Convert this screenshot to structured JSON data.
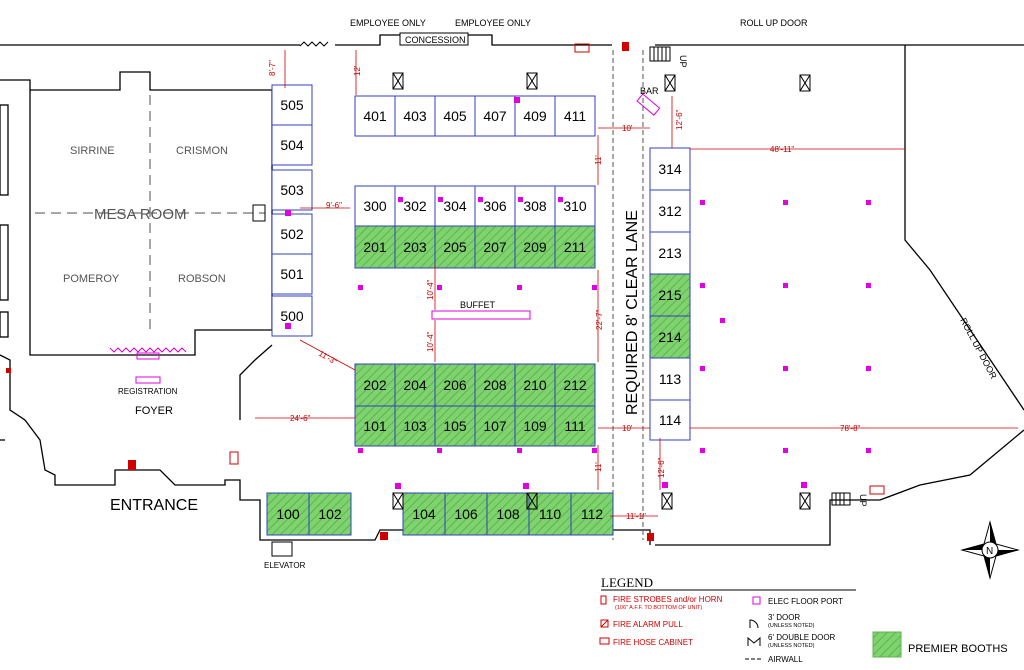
{
  "colors": {
    "premier": "#7ed36e",
    "booth_line": "#3040c0",
    "dim_line": "#d00000",
    "port": "#e000e0",
    "wall": "#000000"
  },
  "labels": {
    "employee_only_1": "EMPLOYEE ONLY",
    "employee_only_2": "EMPLOYEE ONLY",
    "concession": "CONCESSION",
    "roll_up_top": "ROLL UP DOOR",
    "roll_up_right": "ROLL UP DOOR",
    "bar": "BAR",
    "up1": "UP",
    "up2": "UP",
    "buffet": "BUFFET",
    "clear_lane": "REQUIRED 8' CLEAR LANE",
    "mesa_room": "MESA ROOM",
    "sirrine": "SIRRINE",
    "crismon": "CRISMON",
    "pomeroy": "POMEROY",
    "robson": "ROBSON",
    "registration": "REGISTRATION",
    "foyer": "FOYER",
    "entrance": "ENTRANCE",
    "elevator": "ELEVATOR",
    "compass": "N"
  },
  "dimensions": {
    "d1": "8'-7\"",
    "d2": "12'",
    "d3": "9'-6\"",
    "d4": "10'",
    "d5": "11'",
    "d6": "12'-6\"",
    "d7": "48'-11\"",
    "d8": "10'-4\"",
    "d9": "10'-4\"",
    "d10": "22'-7\"",
    "d11": "11'-3\"",
    "d12": "24'-6\"",
    "d13": "10'",
    "d14": "78'-8\"",
    "d15": "11'",
    "d16": "12'-6\"",
    "d17": "11'-1\""
  },
  "booths": [
    {
      "id": "b505",
      "label": "505",
      "premier": false
    },
    {
      "id": "b504",
      "label": "504",
      "premier": false
    },
    {
      "id": "b503",
      "label": "503",
      "premier": false
    },
    {
      "id": "b502",
      "label": "502",
      "premier": false
    },
    {
      "id": "b501",
      "label": "501",
      "premier": false
    },
    {
      "id": "b500",
      "label": "500",
      "premier": false
    },
    {
      "id": "b401",
      "label": "401",
      "premier": false
    },
    {
      "id": "b403",
      "label": "403",
      "premier": false
    },
    {
      "id": "b405",
      "label": "405",
      "premier": false
    },
    {
      "id": "b407",
      "label": "407",
      "premier": false
    },
    {
      "id": "b409",
      "label": "409",
      "premier": false
    },
    {
      "id": "b411",
      "label": "411",
      "premier": false
    },
    {
      "id": "b300",
      "label": "300",
      "premier": false
    },
    {
      "id": "b302",
      "label": "302",
      "premier": false
    },
    {
      "id": "b304",
      "label": "304",
      "premier": false
    },
    {
      "id": "b306",
      "label": "306",
      "premier": false
    },
    {
      "id": "b308",
      "label": "308",
      "premier": false
    },
    {
      "id": "b310",
      "label": "310",
      "premier": false
    },
    {
      "id": "b201",
      "label": "201",
      "premier": true
    },
    {
      "id": "b203",
      "label": "203",
      "premier": true
    },
    {
      "id": "b205",
      "label": "205",
      "premier": true
    },
    {
      "id": "b207",
      "label": "207",
      "premier": true
    },
    {
      "id": "b209",
      "label": "209",
      "premier": true
    },
    {
      "id": "b211",
      "label": "211",
      "premier": true
    },
    {
      "id": "b202",
      "label": "202",
      "premier": true
    },
    {
      "id": "b204",
      "label": "204",
      "premier": true
    },
    {
      "id": "b206",
      "label": "206",
      "premier": true
    },
    {
      "id": "b208",
      "label": "208",
      "premier": true
    },
    {
      "id": "b210",
      "label": "210",
      "premier": true
    },
    {
      "id": "b212",
      "label": "212",
      "premier": true
    },
    {
      "id": "b101",
      "label": "101",
      "premier": true
    },
    {
      "id": "b103",
      "label": "103",
      "premier": true
    },
    {
      "id": "b105",
      "label": "105",
      "premier": true
    },
    {
      "id": "b107",
      "label": "107",
      "premier": true
    },
    {
      "id": "b109",
      "label": "109",
      "premier": true
    },
    {
      "id": "b111",
      "label": "111",
      "premier": true
    },
    {
      "id": "b100",
      "label": "100",
      "premier": true
    },
    {
      "id": "b102",
      "label": "102",
      "premier": true
    },
    {
      "id": "b104",
      "label": "104",
      "premier": true
    },
    {
      "id": "b106",
      "label": "106",
      "premier": true
    },
    {
      "id": "b108",
      "label": "108",
      "premier": true
    },
    {
      "id": "b110",
      "label": "110",
      "premier": true
    },
    {
      "id": "b112",
      "label": "112",
      "premier": true
    },
    {
      "id": "b314",
      "label": "314",
      "premier": false
    },
    {
      "id": "b312",
      "label": "312",
      "premier": false
    },
    {
      "id": "b213",
      "label": "213",
      "premier": false
    },
    {
      "id": "b215",
      "label": "215",
      "premier": true
    },
    {
      "id": "b214",
      "label": "214",
      "premier": true
    },
    {
      "id": "b113",
      "label": "113",
      "premier": false
    },
    {
      "id": "b114",
      "label": "114",
      "premier": false
    }
  ],
  "legend": {
    "title": "LEGEND",
    "fire_strobes": "FIRE STROBES and/or HORN",
    "fire_strobes_sub": "(106\" A.F.F. TO BOTTOM OF UNIT)",
    "fire_alarm": "FIRE ALARM PULL",
    "fire_hose": "FIRE HOSE CABINET",
    "elec_port": "ELEC FLOOR PORT",
    "door": "3' DOOR",
    "door_sub": "(UNLESS NOTED)",
    "double_door": "6' DOUBLE DOOR",
    "double_door_sub": "(UNLESS NOTED)",
    "airwall": "AIRWALL",
    "premier": "PREMIER BOOTHS"
  }
}
